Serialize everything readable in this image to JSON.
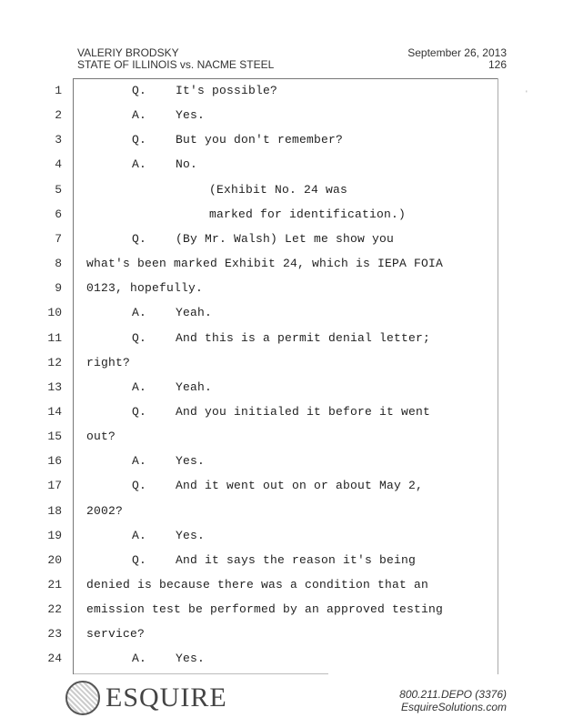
{
  "header": {
    "witness": "VALERIY BRODSKY",
    "case": "STATE OF ILLINOIS vs. NACME STEEL",
    "date": "September 26, 2013",
    "page": "126"
  },
  "lines": [
    {
      "n": "1",
      "text": "Q.    It's possible?"
    },
    {
      "n": "2",
      "text": "A.    Yes."
    },
    {
      "n": "3",
      "text": "Q.    But you don't remember?"
    },
    {
      "n": "4",
      "text": "A.    No."
    },
    {
      "n": "5",
      "text": "(Exhibit No. 24 was"
    },
    {
      "n": "6",
      "text": "marked for identification.)"
    },
    {
      "n": "7",
      "text": "Q.    (By Mr. Walsh) Let me show you"
    },
    {
      "n": "8",
      "text": "what's been marked Exhibit 24, which is IEPA FOIA"
    },
    {
      "n": "9",
      "text": "0123, hopefully."
    },
    {
      "n": "10",
      "text": "A.    Yeah."
    },
    {
      "n": "11",
      "text": "Q.    And this is a permit denial letter;"
    },
    {
      "n": "12",
      "text": "right?"
    },
    {
      "n": "13",
      "text": "A.    Yeah."
    },
    {
      "n": "14",
      "text": "Q.    And you initialed it before it went"
    },
    {
      "n": "15",
      "text": "out?"
    },
    {
      "n": "16",
      "text": "A.    Yes."
    },
    {
      "n": "17",
      "text": "Q.    And it went out on or about May 2,"
    },
    {
      "n": "18",
      "text": "2002?"
    },
    {
      "n": "19",
      "text": "A.    Yes."
    },
    {
      "n": "20",
      "text": "Q.    And it says the reason it's being"
    },
    {
      "n": "21",
      "text": "denied is because there was a condition that an"
    },
    {
      "n": "22",
      "text": "emission test be performed by an approved testing"
    },
    {
      "n": "23",
      "text": "service?"
    },
    {
      "n": "24",
      "text": "A.    Yes."
    }
  ],
  "footer": {
    "brand": "ESQUIRE",
    "phone": "800.211.DEPO (3376)",
    "site": "EsquireSolutions.com"
  }
}
